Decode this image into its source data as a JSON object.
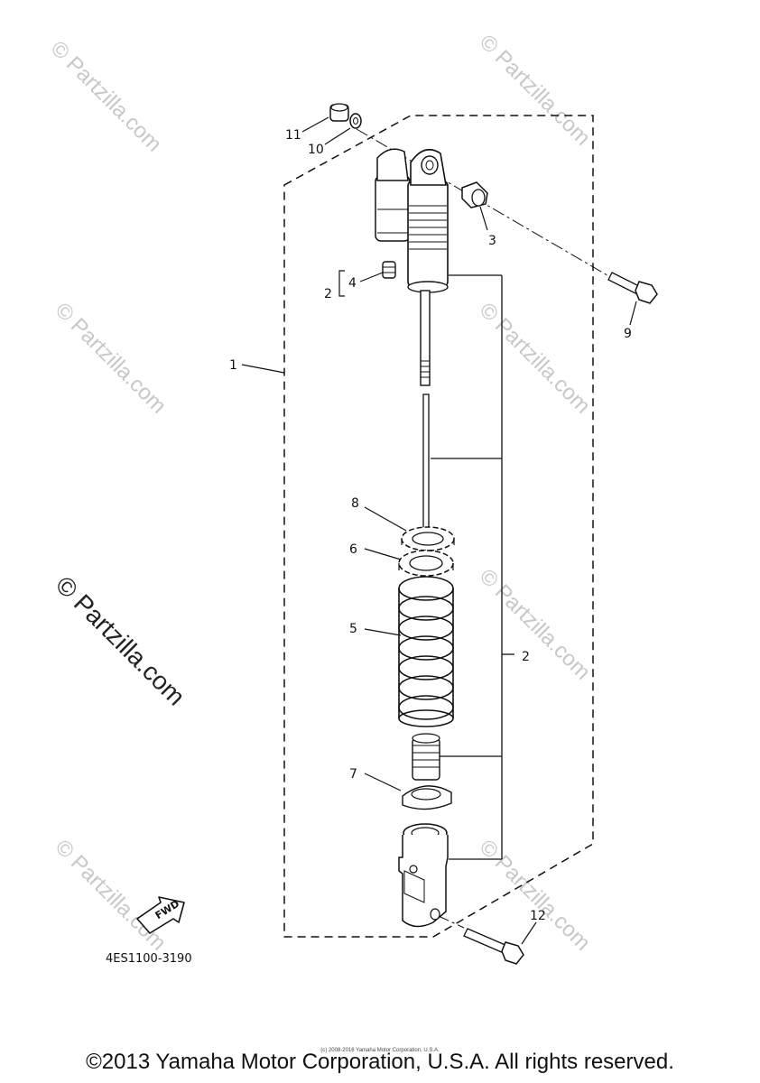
{
  "watermark": {
    "small_text": "© Partzilla.com",
    "large_text": "© Partzilla.com"
  },
  "diagram": {
    "callouts": [
      "1",
      "2",
      "2",
      "3",
      "4",
      "5",
      "6",
      "7",
      "8",
      "9",
      "10",
      "11",
      "12"
    ],
    "fwd_label": "FWD",
    "drawing_code": "4ES1100-3190"
  },
  "footer": {
    "tiny_notice": "(c) 2008-2016 Yamaha Motor Corporation, U.S.A.",
    "copyright": "©2013 Yamaha Motor Corporation, U.S.A. All rights reserved."
  }
}
